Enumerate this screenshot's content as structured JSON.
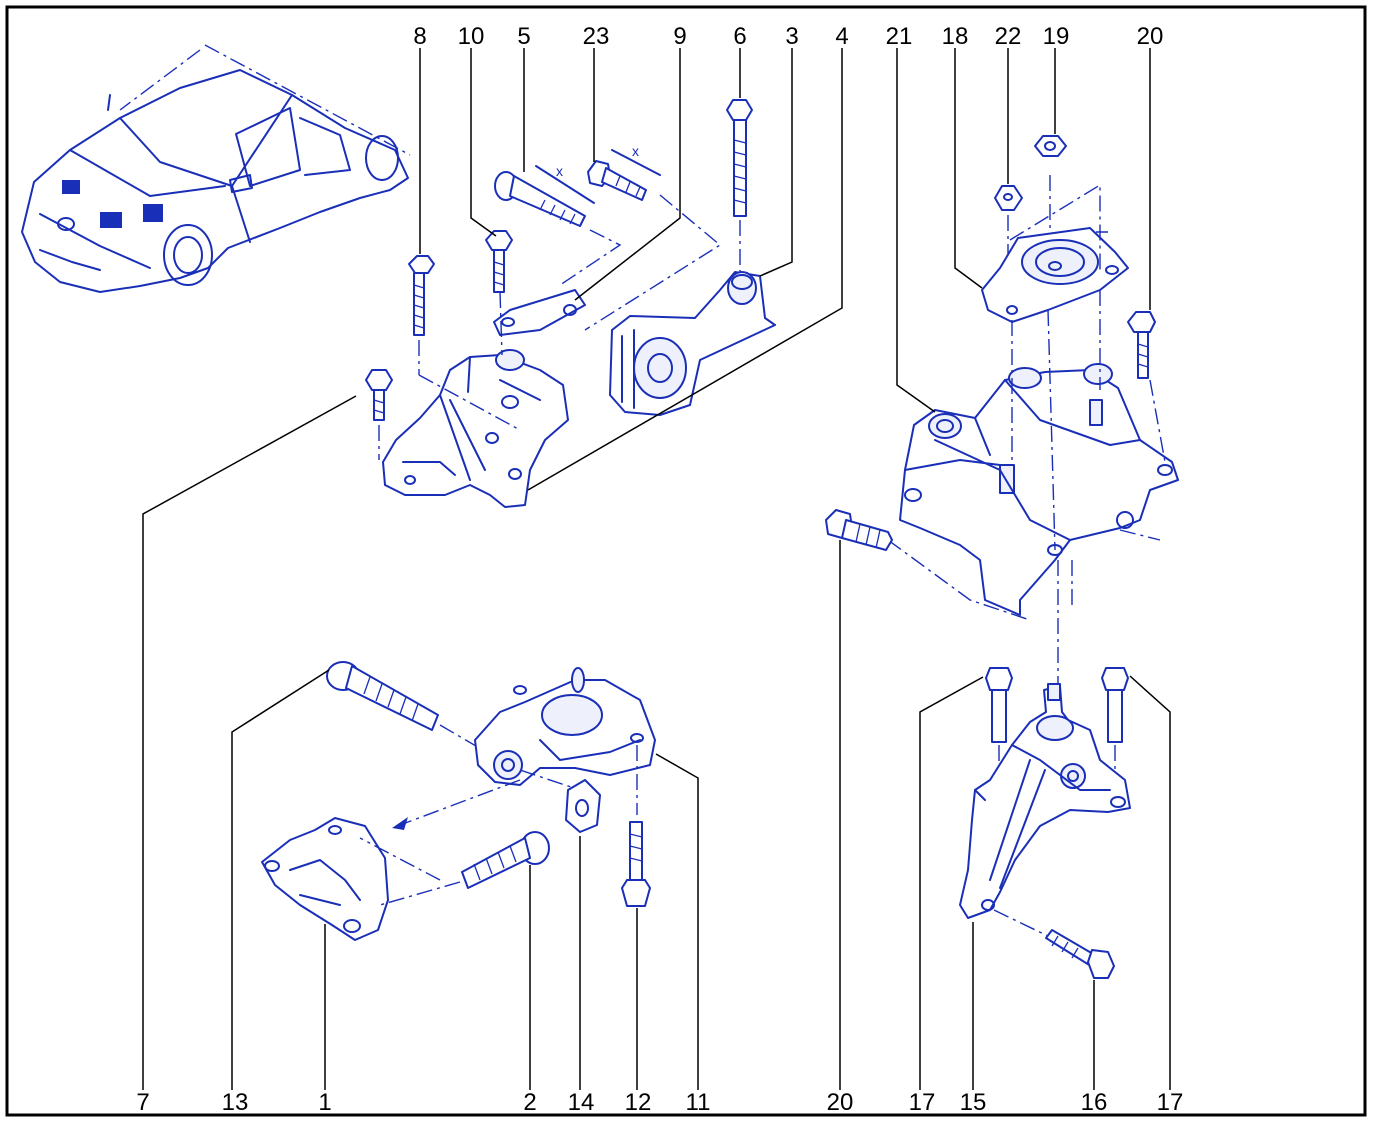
{
  "colors": {
    "ink": "#1a2fb8",
    "leader": "#000000",
    "frame": "#000000",
    "background": "#ffffff"
  },
  "dimension_mark": "x",
  "callouts_top": [
    "8",
    "10",
    "5",
    "23",
    "9",
    "6",
    "3",
    "4",
    "21",
    "18",
    "22",
    "19",
    "20"
  ],
  "callouts_bottom": [
    "7",
    "13",
    "1",
    "2",
    "14",
    "12",
    "11",
    "20",
    "17",
    "15",
    "16",
    "17"
  ]
}
